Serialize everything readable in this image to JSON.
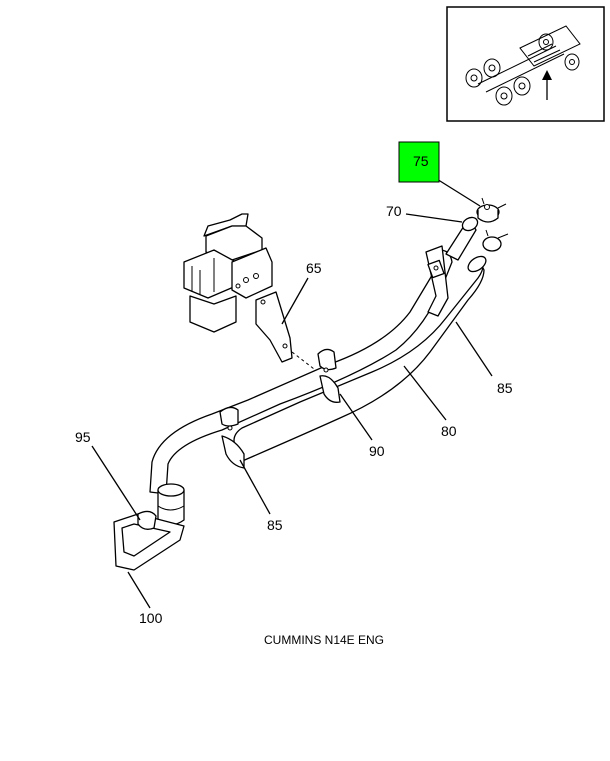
{
  "callouts": {
    "c75": "75",
    "c70": "70",
    "c65": "65",
    "c85a": "85",
    "c80": "80",
    "c90": "90",
    "c95": "95",
    "c85b": "85",
    "c100": "100"
  },
  "caption": "CUMMINS N14E ENG",
  "colors": {
    "highlight": "#00ff00",
    "ink": "#000000",
    "background": "#ffffff"
  }
}
